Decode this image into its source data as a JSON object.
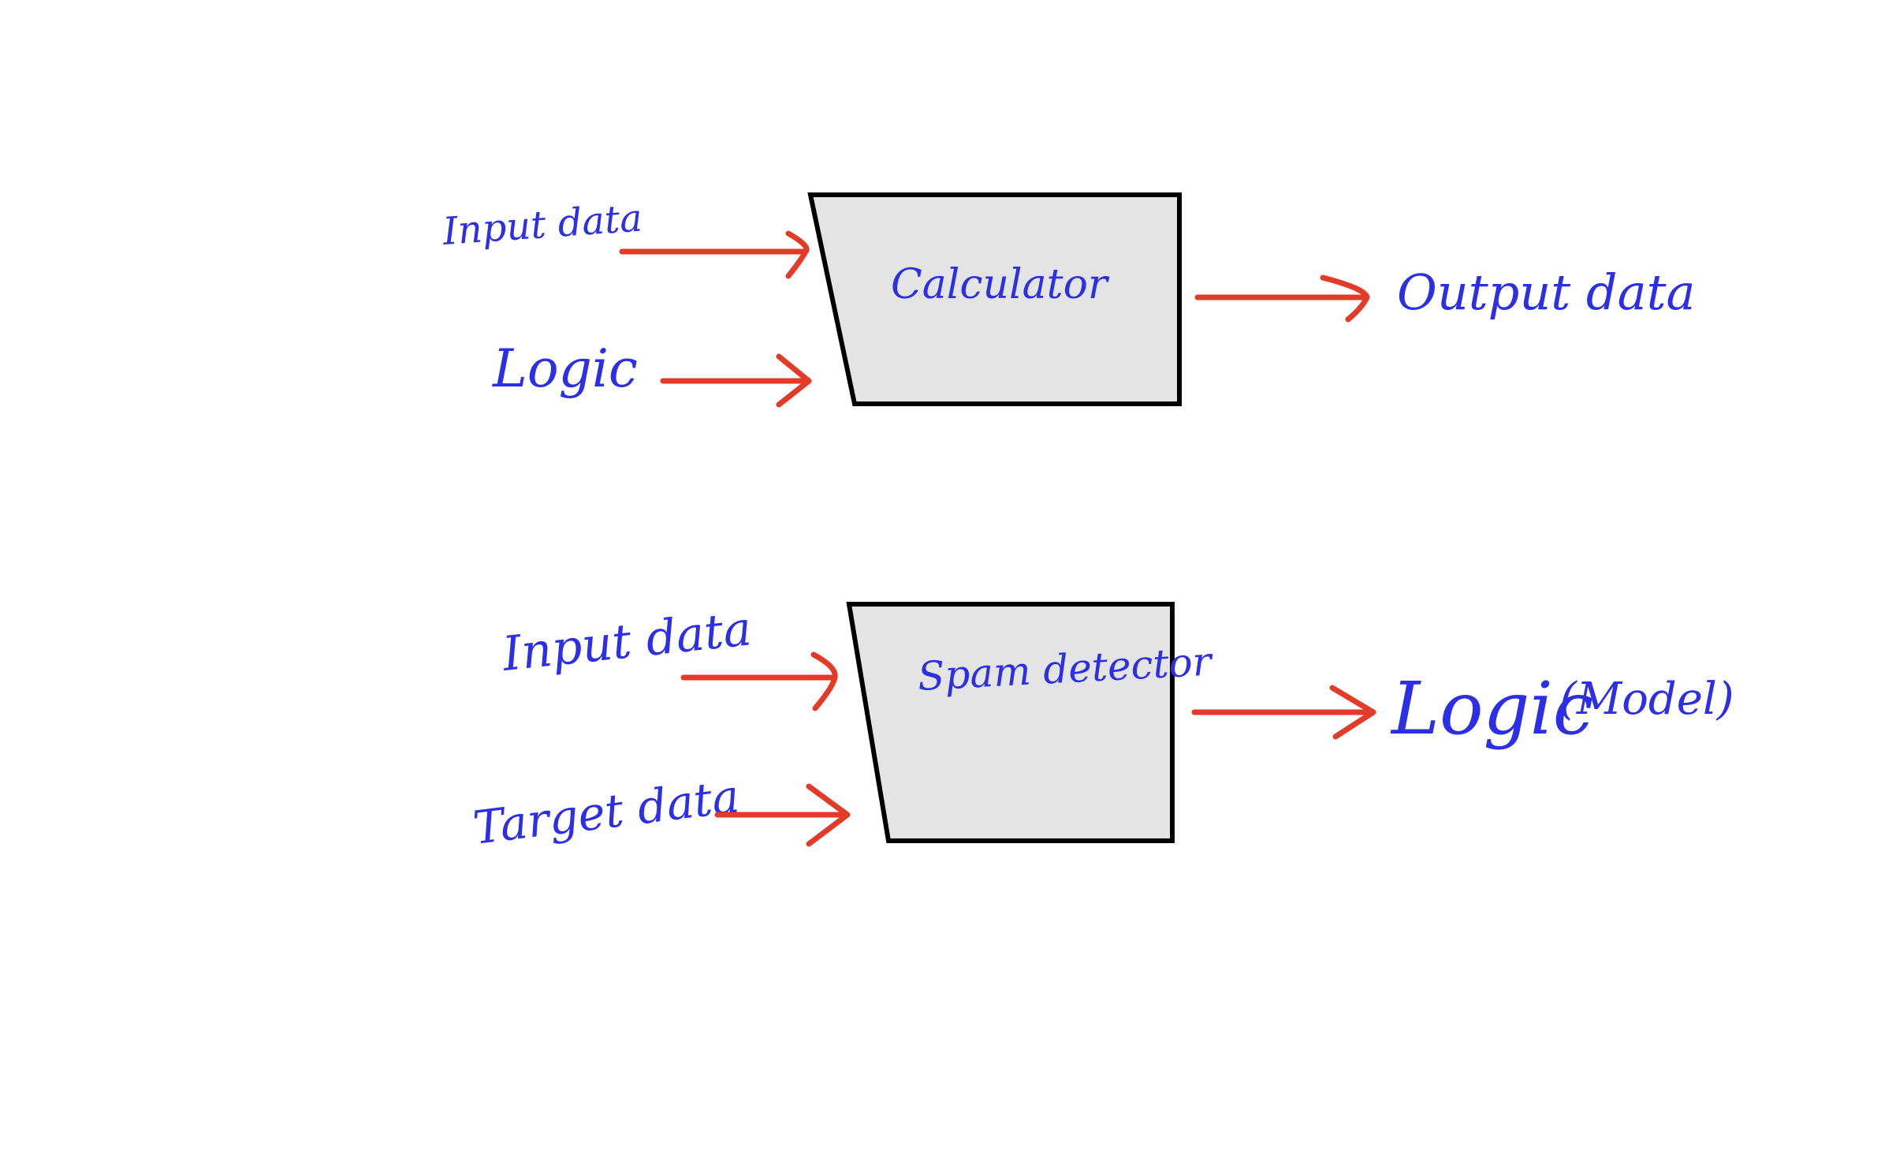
{
  "colors": {
    "ink": "#2c2fe6",
    "arrow": "#e43a28",
    "box_fill": "#e4e4e4",
    "box_stroke": "#000000",
    "background": "#ffffff"
  },
  "diagram_top": {
    "inputs": [
      "Input data",
      "Logic"
    ],
    "box_label": "Calculator",
    "output": "Output data"
  },
  "diagram_bottom": {
    "inputs": [
      "Input data",
      "Target data"
    ],
    "box_label": "Spam detector",
    "output_main": "Logic",
    "output_note": "(Model)"
  }
}
